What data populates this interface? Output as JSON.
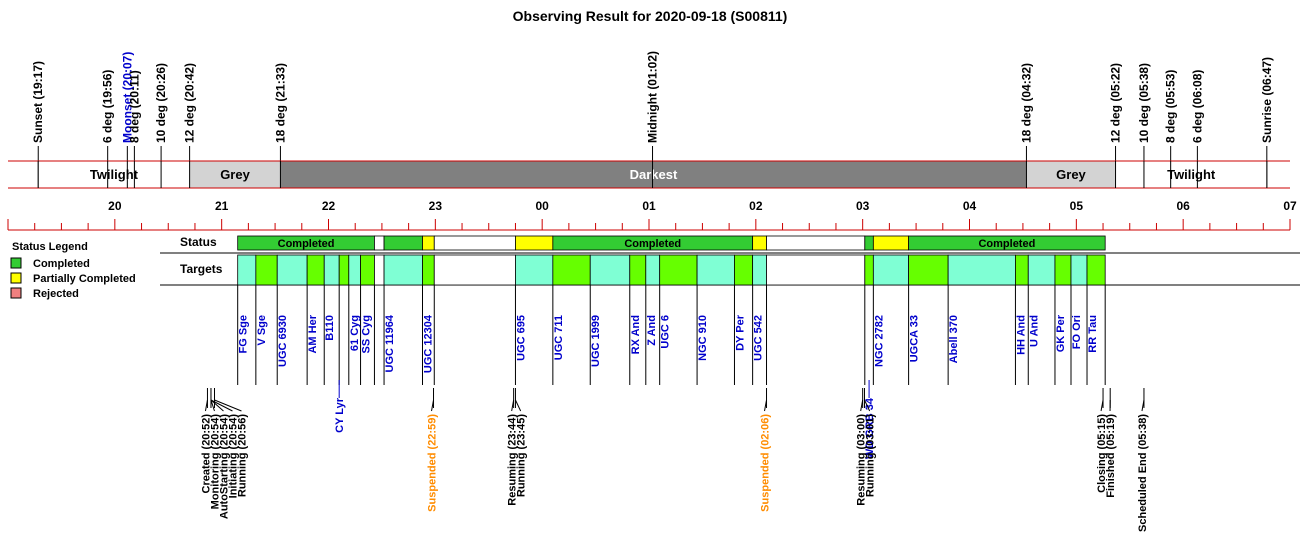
{
  "chart_data": {
    "type": "timeline",
    "title": "Observing Result for 2020-09-18 (S00811)",
    "x_axis": {
      "unit": "hour",
      "start": 19,
      "end": 31,
      "tick_labels": [
        {
          "v": 20,
          "label": "20"
        },
        {
          "v": 21,
          "label": "21"
        },
        {
          "v": 22,
          "label": "22"
        },
        {
          "v": 23,
          "label": "23"
        },
        {
          "v": 24,
          "label": "00"
        },
        {
          "v": 25,
          "label": "01"
        },
        {
          "v": 26,
          "label": "02"
        },
        {
          "v": 27,
          "label": "03"
        },
        {
          "v": 28,
          "label": "04"
        },
        {
          "v": 29,
          "label": "05"
        },
        {
          "v": 30,
          "label": "06"
        },
        {
          "v": 31,
          "label": "07"
        }
      ]
    },
    "sky_events": [
      {
        "t": 19.283,
        "label": "Sunset (19:17)",
        "color": "#000000"
      },
      {
        "t": 19.933,
        "label": "6 deg (19:56)",
        "color": "#000000"
      },
      {
        "t": 20.117,
        "label": "Moonset (20:07)",
        "color": "#0000cc"
      },
      {
        "t": 20.183,
        "label": "8 deg (20:11)",
        "color": "#000000"
      },
      {
        "t": 20.433,
        "label": "10 deg (20:26)",
        "color": "#000000"
      },
      {
        "t": 20.7,
        "label": "12 deg (20:42)",
        "color": "#000000"
      },
      {
        "t": 21.55,
        "label": "18 deg (21:33)",
        "color": "#000000"
      },
      {
        "t": 25.033,
        "label": "Midnight (01:02)",
        "color": "#000000"
      },
      {
        "t": 28.533,
        "label": "18 deg (04:32)",
        "color": "#000000"
      },
      {
        "t": 29.367,
        "label": "12 deg (05:22)",
        "color": "#000000"
      },
      {
        "t": 29.633,
        "label": "10 deg (05:38)",
        "color": "#000000"
      },
      {
        "t": 29.883,
        "label": "8 deg (05:53)",
        "color": "#000000"
      },
      {
        "t": 30.133,
        "label": "6 deg (06:08)",
        "color": "#000000"
      },
      {
        "t": 30.783,
        "label": "Sunrise (06:47)",
        "color": "#000000"
      }
    ],
    "sky_periods": [
      {
        "start": 19.283,
        "end": 20.7,
        "label": "Twilight",
        "fill": "#ffffff",
        "text_color": "#000000"
      },
      {
        "start": 20.7,
        "end": 21.55,
        "label": "Grey",
        "fill": "#d3d3d3",
        "text_color": "#000000"
      },
      {
        "start": 21.55,
        "end": 28.533,
        "label": "Darkest",
        "fill": "#808080",
        "text_color": "#ffffff"
      },
      {
        "start": 28.533,
        "end": 29.367,
        "label": "Grey",
        "fill": "#d3d3d3",
        "text_color": "#000000"
      },
      {
        "start": 29.367,
        "end": 30.783,
        "label": "Twilight",
        "fill": "#ffffff",
        "text_color": "#000000"
      }
    ],
    "legend": {
      "title": "Status Legend",
      "items": [
        {
          "label": "Completed",
          "color": "#33cc33"
        },
        {
          "label": "Partially Completed",
          "color": "#ffff00"
        },
        {
          "label": "Rejected",
          "color": "#f08080"
        }
      ]
    },
    "rows": {
      "status": "Status",
      "targets": "Targets"
    },
    "status_segments": [
      {
        "start": 21.15,
        "end": 22.43,
        "status": "completed",
        "label": "Completed"
      },
      {
        "start": 22.43,
        "end": 22.52,
        "status": "none",
        "label": ""
      },
      {
        "start": 22.52,
        "end": 22.88,
        "status": "completed",
        "label": ""
      },
      {
        "start": 22.88,
        "end": 22.99,
        "status": "partial",
        "label": ""
      },
      {
        "start": 22.99,
        "end": 23.75,
        "status": "none",
        "label": ""
      },
      {
        "start": 23.75,
        "end": 24.1,
        "status": "partial",
        "label": ""
      },
      {
        "start": 24.1,
        "end": 25.97,
        "status": "completed",
        "label": "Completed"
      },
      {
        "start": 25.97,
        "end": 26.1,
        "status": "partial",
        "label": ""
      },
      {
        "start": 26.1,
        "end": 27.02,
        "status": "none",
        "label": ""
      },
      {
        "start": 27.02,
        "end": 27.1,
        "status": "completed",
        "label": ""
      },
      {
        "start": 27.1,
        "end": 27.43,
        "status": "partial",
        "label": ""
      },
      {
        "start": 27.43,
        "end": 29.27,
        "status": "completed",
        "label": "Completed"
      }
    ],
    "targets": [
      {
        "start": 21.15,
        "end": 21.32,
        "name": "FG Sge",
        "color": "#7fffd4"
      },
      {
        "start": 21.32,
        "end": 21.52,
        "name": "V Sge",
        "color": "#66ff00"
      },
      {
        "start": 21.52,
        "end": 21.8,
        "name": "UGC 6930",
        "color": "#7fffd4"
      },
      {
        "start": 21.8,
        "end": 21.96,
        "name": "AM Her",
        "color": "#66ff00"
      },
      {
        "start": 21.96,
        "end": 22.1,
        "name": "B110",
        "color": "#7fffd4"
      },
      {
        "start": 22.1,
        "end": 22.19,
        "name": "",
        "color": "#66ff00"
      },
      {
        "start": 22.19,
        "end": 22.3,
        "name": "61 Cyg",
        "color": "#7fffd4"
      },
      {
        "start": 22.3,
        "end": 22.43,
        "name": "SS Cyg",
        "color": "#66ff00"
      },
      {
        "start": 22.43,
        "end": 22.52,
        "name": "",
        "color": "#ffffff"
      },
      {
        "start": 22.52,
        "end": 22.88,
        "name": "UGC 11964",
        "color": "#7fffd4"
      },
      {
        "start": 22.88,
        "end": 22.99,
        "name": "UGC 12304",
        "color": "#66ff00"
      },
      {
        "start": 22.99,
        "end": 23.75,
        "name": "",
        "color": "#ffffff"
      },
      {
        "start": 23.75,
        "end": 24.1,
        "name": "UGC 695",
        "color": "#7fffd4"
      },
      {
        "start": 24.1,
        "end": 24.45,
        "name": "UGC 711",
        "color": "#66ff00"
      },
      {
        "start": 24.45,
        "end": 24.82,
        "name": "UGC 1999",
        "color": "#7fffd4"
      },
      {
        "start": 24.82,
        "end": 24.97,
        "name": "RX And",
        "color": "#66ff00"
      },
      {
        "start": 24.97,
        "end": 25.1,
        "name": "Z And",
        "color": "#7fffd4"
      },
      {
        "start": 25.1,
        "end": 25.45,
        "name": "UGC 6",
        "color": "#66ff00"
      },
      {
        "start": 25.45,
        "end": 25.8,
        "name": "NGC 910",
        "color": "#7fffd4"
      },
      {
        "start": 25.8,
        "end": 25.97,
        "name": "DY Per",
        "color": "#66ff00"
      },
      {
        "start": 25.97,
        "end": 26.1,
        "name": "UGC 542",
        "color": "#7fffd4"
      },
      {
        "start": 26.1,
        "end": 27.02,
        "name": "",
        "color": "#ffffff"
      },
      {
        "start": 27.02,
        "end": 27.1,
        "name": "",
        "color": "#66ff00"
      },
      {
        "start": 27.1,
        "end": 27.43,
        "name": "NGC 2782",
        "color": "#7fffd4"
      },
      {
        "start": 27.43,
        "end": 27.8,
        "name": "UGCA 33",
        "color": "#66ff00"
      },
      {
        "start": 27.8,
        "end": 28.43,
        "name": "Abell 370",
        "color": "#7fffd4"
      },
      {
        "start": 28.43,
        "end": 28.55,
        "name": "HH And",
        "color": "#66ff00"
      },
      {
        "start": 28.55,
        "end": 28.8,
        "name": "U And",
        "color": "#7fffd4"
      },
      {
        "start": 28.8,
        "end": 28.95,
        "name": "GK Per",
        "color": "#66ff00"
      },
      {
        "start": 28.95,
        "end": 29.1,
        "name": "FO Ori",
        "color": "#7fffd4"
      },
      {
        "start": 29.1,
        "end": 29.27,
        "name": "RR Tau",
        "color": "#66ff00"
      }
    ],
    "extra_target_labels": [
      {
        "t": 22.1,
        "name": "CY Lyr"
      },
      {
        "t": 27.06,
        "name": "WD GRB 34"
      }
    ],
    "state_events": [
      {
        "t": 20.867,
        "label": "Created (20:52)",
        "color": "#000000"
      },
      {
        "t": 20.9,
        "label": "Monitoring (20:54)",
        "color": "#000000"
      },
      {
        "t": 20.9,
        "label": "AutoStarting (20:54)",
        "color": "#000000"
      },
      {
        "t": 20.9,
        "label": "Initiating (20:54)",
        "color": "#000000"
      },
      {
        "t": 20.933,
        "label": "Running (20:56)",
        "color": "#000000"
      },
      {
        "t": 22.983,
        "label": "Suspended (22:59)",
        "color": "#ff8c00"
      },
      {
        "t": 23.733,
        "label": "Resuming (23:44)",
        "color": "#000000"
      },
      {
        "t": 23.75,
        "label": "Running (23:45)",
        "color": "#000000"
      },
      {
        "t": 26.1,
        "label": "Suspended (02:06)",
        "color": "#ff8c00"
      },
      {
        "t": 27.0,
        "label": "Resuming (03:00)",
        "color": "#000000"
      },
      {
        "t": 27.017,
        "label": "Running (03:01)",
        "color": "#000000"
      },
      {
        "t": 29.25,
        "label": "Closing (05:15)",
        "color": "#000000"
      },
      {
        "t": 29.317,
        "label": "Finished (05:19)",
        "color": "#000000"
      },
      {
        "t": 29.633,
        "label": "Scheduled End (05:38)",
        "color": "#000000"
      }
    ]
  }
}
